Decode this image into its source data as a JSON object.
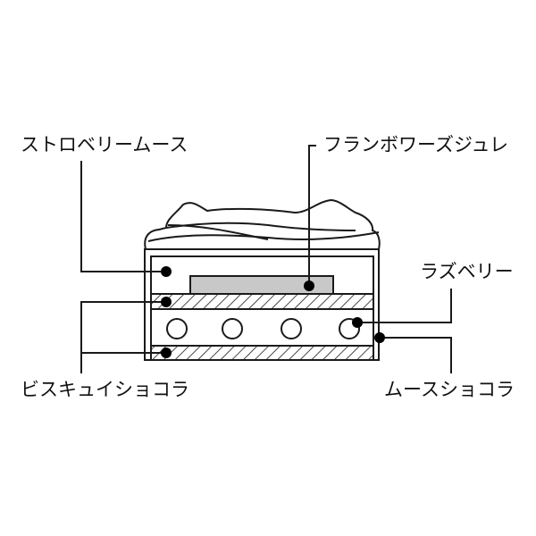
{
  "title": "Cake layer cross-section",
  "labels": {
    "strawberry_mousse": "ストロベリームース",
    "framboise_jelly": "フランボワーズジュレ",
    "raspberry": "ラズベリー",
    "biscuit_chocolat": "ビスキュイショコラ",
    "mousse_chocolat": "ムースショコラ"
  },
  "colors": {
    "line": "#1a1a1a",
    "jelly": "#c8c8c8"
  }
}
